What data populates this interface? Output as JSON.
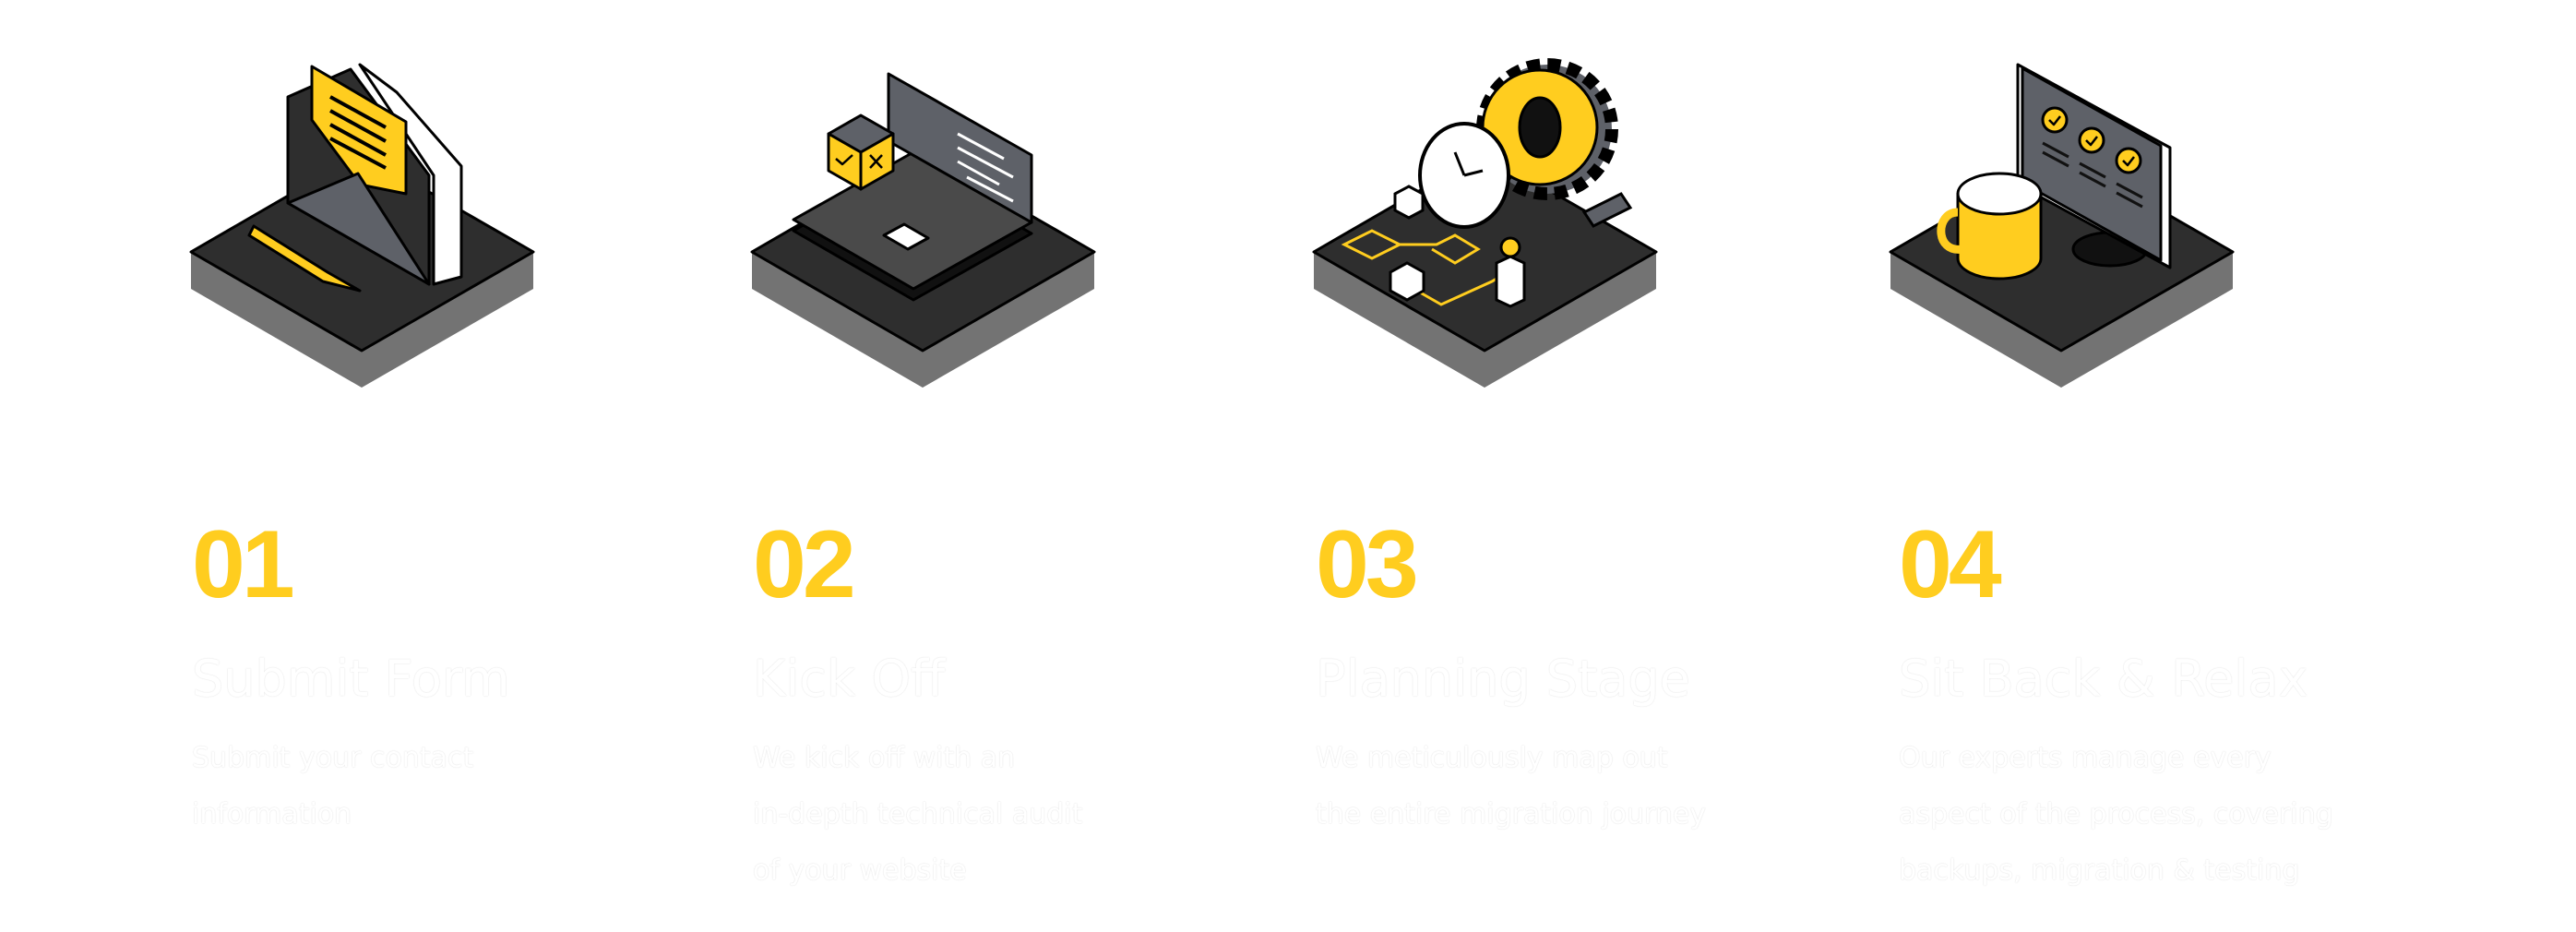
{
  "colors": {
    "accent": "#FFCD1F",
    "platform_top": "#2E2E2E",
    "platform_side": "#737373",
    "panel_gray": "#5E6168",
    "text": "#FFFFFF"
  },
  "steps": [
    {
      "number": "01",
      "title": "Submit Form",
      "description": [
        "Submit your contact",
        "information"
      ],
      "illustration": "envelope-letter-pencil-icon"
    },
    {
      "number": "02",
      "title": "Kick Off",
      "description": [
        "We kick off with an",
        "in-depth technical audit",
        "of your website"
      ],
      "illustration": "laptop-checkbox-icon"
    },
    {
      "number": "03",
      "title": "Planning Stage",
      "description": [
        "We meticulously map out",
        "the entire migration journey"
      ],
      "illustration": "gear-clock-flowchart-icon"
    },
    {
      "number": "04",
      "title": "Sit Back & Relax",
      "description": [
        "Our experts manage every",
        "aspect of the process, covering",
        "backups, migration & testing"
      ],
      "illustration": "monitor-checklist-mug-icon"
    }
  ]
}
